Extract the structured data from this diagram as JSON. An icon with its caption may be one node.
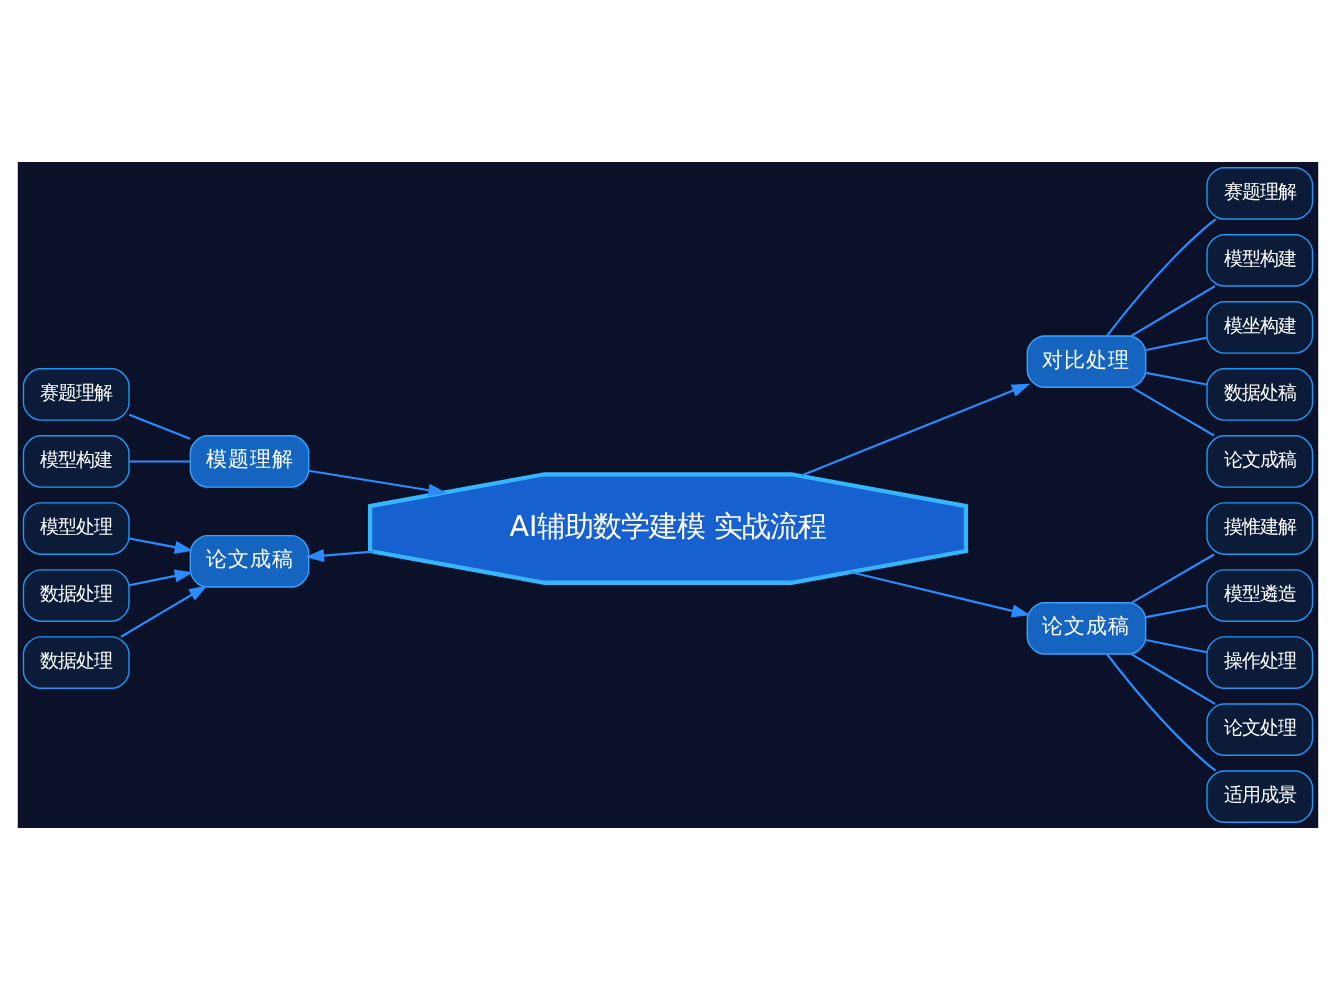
{
  "diagram": {
    "nodes": [
      {
        "text": [
          "AI辅助数学建模 实战流程"
        ]
      },
      {
        "text": [
          "模题理解"
        ]
      },
      {
        "text": [
          "赛题理解"
        ]
      },
      {
        "text": [
          "模型构建"
        ]
      },
      {
        "text": [
          "对比处理"
        ]
      },
      {
        "text": [
          "赛题理解"
        ]
      },
      {
        "text": [
          "模型构建"
        ]
      },
      {
        "text": [
          "模坐构建"
        ]
      },
      {
        "text": [
          "数据处稿"
        ]
      },
      {
        "text": [
          "论文成稿"
        ]
      },
      {
        "text": [
          "论文成稿"
        ]
      },
      {
        "text": [
          "模型处理"
        ]
      },
      {
        "text": [
          "数据处理"
        ]
      },
      {
        "text": [
          "数据处理"
        ]
      },
      {
        "text": [
          "论文成稿"
        ]
      },
      {
        "text": [
          "摸惟建解"
        ]
      },
      {
        "text": [
          "模型遴造"
        ]
      },
      {
        "text": [
          "操作处理"
        ]
      },
      {
        "text": [
          "论文处理"
        ]
      },
      {
        "text": [
          "适用成景"
        ]
      }
    ],
    "edges": [
      {
        "from": 1,
        "to": 0,
        "arrow": "to"
      },
      {
        "from": 1,
        "to": 2,
        "arrow": "none"
      },
      {
        "from": 1,
        "to": 3,
        "arrow": "none"
      },
      {
        "from": 0,
        "to": 4,
        "arrow": "to"
      },
      {
        "from": 4,
        "to": 5,
        "arrow": "none"
      },
      {
        "from": 4,
        "to": 6,
        "arrow": "none"
      },
      {
        "from": 4,
        "to": 7,
        "arrow": "none"
      },
      {
        "from": 4,
        "to": 8,
        "arrow": "none"
      },
      {
        "from": 4,
        "to": 9,
        "arrow": "none"
      },
      {
        "from": 0,
        "to": 10,
        "arrow": "to"
      },
      {
        "from": 11,
        "to": 10,
        "arrow": "to"
      },
      {
        "from": 12,
        "to": 10,
        "arrow": "to"
      },
      {
        "from": 13,
        "to": 10,
        "arrow": "to"
      },
      {
        "from": 0,
        "to": 14,
        "arrow": "to"
      },
      {
        "from": 14,
        "to": 15,
        "arrow": "none"
      },
      {
        "from": 14,
        "to": 16,
        "arrow": "none"
      },
      {
        "from": 14,
        "to": 17,
        "arrow": "none"
      },
      {
        "from": 14,
        "to": 18,
        "arrow": "none"
      },
      {
        "from": 14,
        "to": 19,
        "arrow": "none"
      }
    ]
  }
}
